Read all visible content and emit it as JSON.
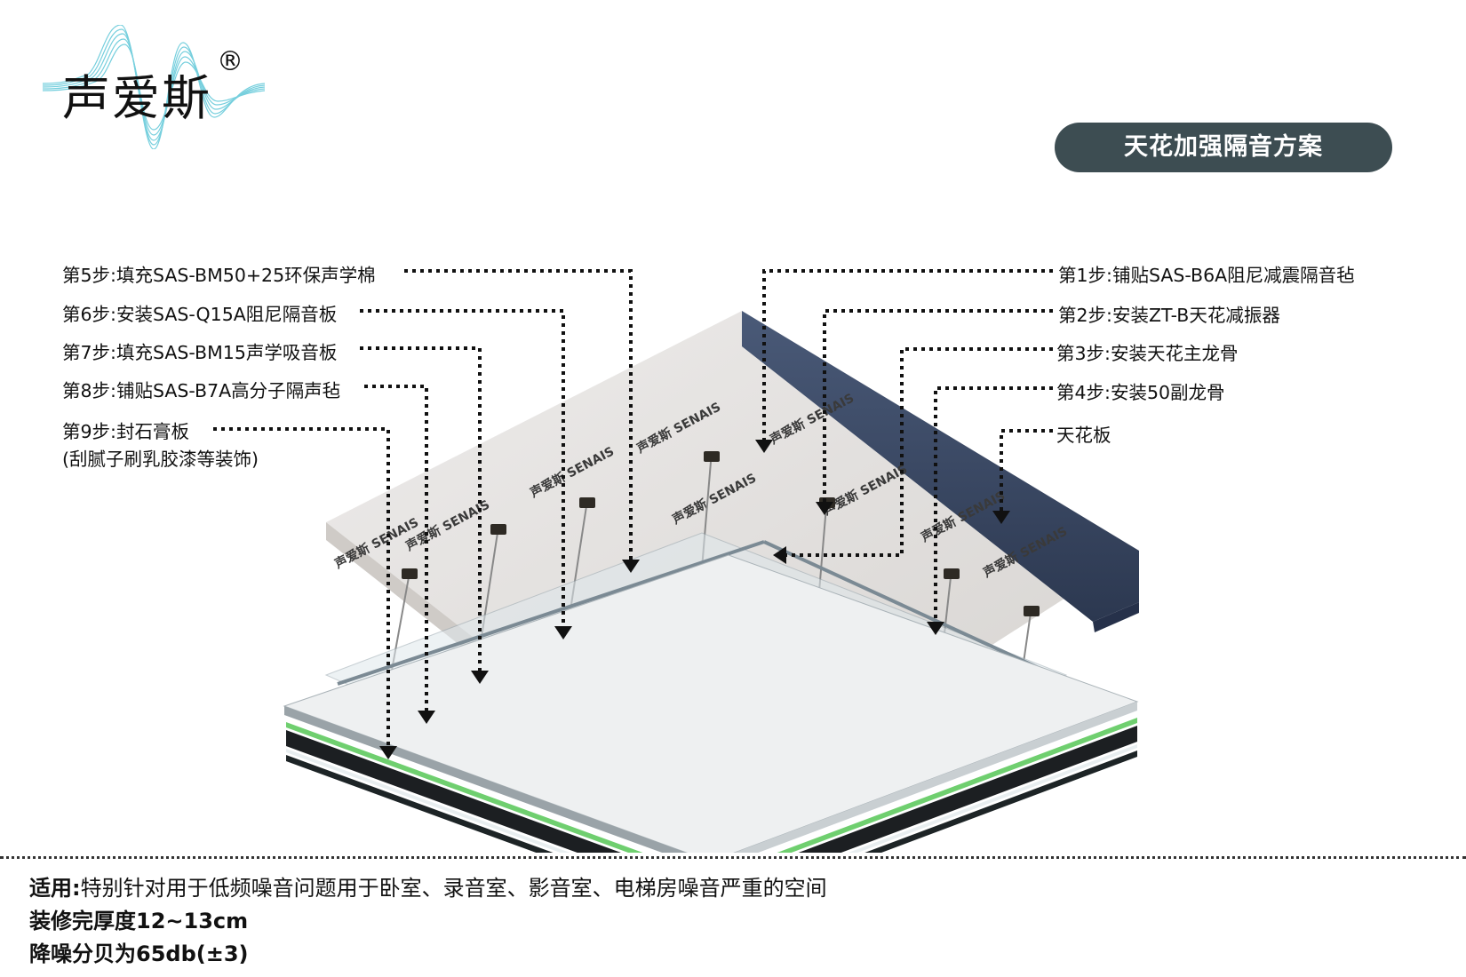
{
  "brand": {
    "logo_text": "声爱斯",
    "registered_mark": "®"
  },
  "title": "天花加强隔音方案",
  "labels_left": [
    {
      "id": "step5",
      "text": "第5步:填充SAS-BM50+25环保声学棉"
    },
    {
      "id": "step6",
      "text": "第6步:安装SAS-Q15A阻尼隔音板"
    },
    {
      "id": "step7",
      "text": "第7步:填充SAS-BM15声学吸音板"
    },
    {
      "id": "step8",
      "text": "第8步:铺贴SAS-B7A高分子隔声毡"
    },
    {
      "id": "step9",
      "text": "第9步:封石膏板"
    }
  ],
  "step9_note": "(刮腻子刷乳胶漆等装饰)",
  "labels_right": [
    {
      "id": "step1",
      "text": "第1步:铺贴SAS-B6A阻尼减震隔音毡"
    },
    {
      "id": "step2",
      "text": "第2步:安装ZT-B天花减振器"
    },
    {
      "id": "step3",
      "text": "第3步:安装天花主龙骨"
    },
    {
      "id": "step4",
      "text": "第4步:安装50副龙骨"
    },
    {
      "id": "ceiling",
      "text": "天花板"
    }
  ],
  "panel_print": "声爱斯 SENAIS",
  "footer": {
    "usage_label": "适用:",
    "usage_text": "特别针对用于低频噪音问题用于卧室、录音室、影音室、电梯房噪音严重的空间",
    "thickness": "装修完厚度12~13cm",
    "noise_reduction": "降噪分贝为65db(±3)"
  },
  "colors": {
    "pill_bg": "#3d4d52",
    "ceiling_slab": "#e2e0de",
    "slab_side": "#3b4a66",
    "green_layer": "#6fcf6f",
    "bottom_board": "#2f5c59",
    "logo_wave": "#5fc7d8"
  }
}
